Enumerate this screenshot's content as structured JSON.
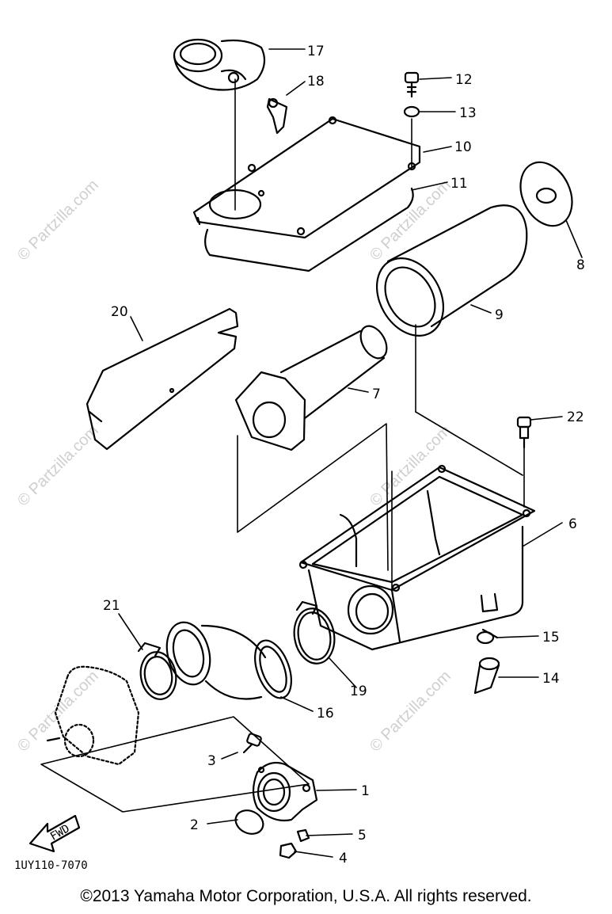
{
  "watermark": {
    "text": "© Partzilla.com"
  },
  "diagram_code": "1UY110-7070",
  "fwd_label": "FWD",
  "copyright": "©2013  Yamaha Motor Corporation, U.S.A. All rights reserved.",
  "labels": {
    "p1": "1",
    "p2": "2",
    "p3": "3",
    "p4": "4",
    "p5": "5",
    "p6": "6",
    "p7": "7",
    "p8": "8",
    "p9": "9",
    "p10": "10",
    "p11": "11",
    "p12": "12",
    "p13": "13",
    "p14": "14",
    "p15": "15",
    "p16": "16",
    "p17": "17",
    "p18": "18",
    "p19": "19",
    "p20": "20",
    "p21": "21",
    "p22": "22"
  }
}
